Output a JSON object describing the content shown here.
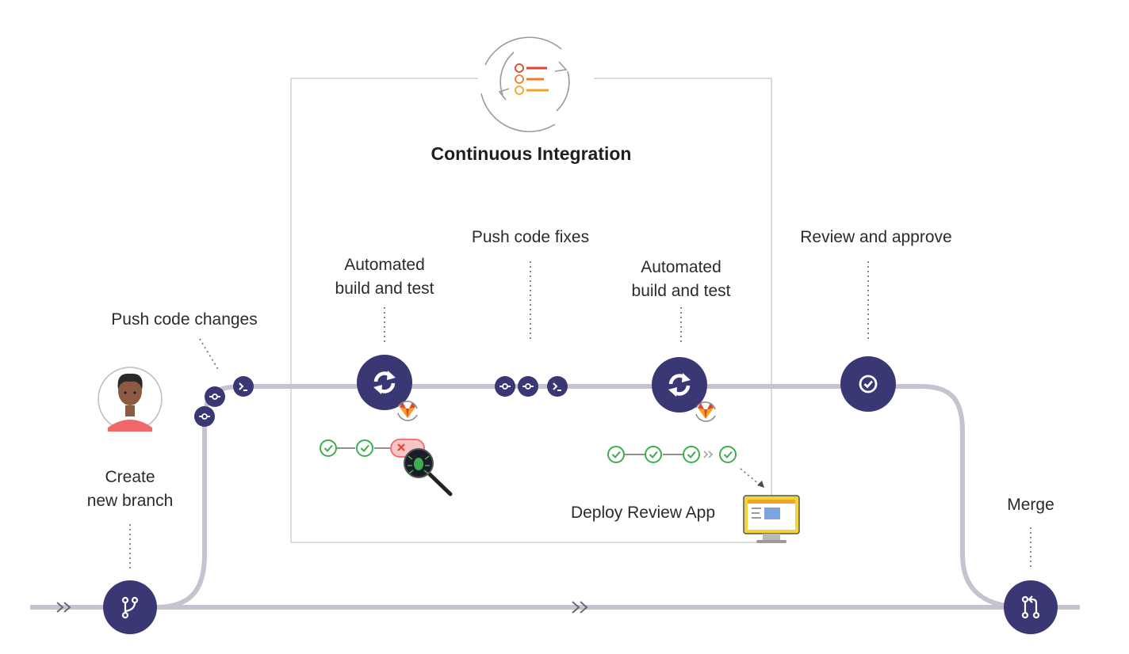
{
  "section_title": "Continuous Integration",
  "labels": {
    "create_branch": [
      "Create",
      "new branch"
    ],
    "push_changes": "Push code changes",
    "build_test_1": [
      "Automated",
      "build and test"
    ],
    "push_fixes": "Push code fixes",
    "build_test_2": [
      "Automated",
      "build and test"
    ],
    "review": "Review and approve",
    "deploy": "Deploy Review App",
    "merge": "Merge"
  },
  "icons": {
    "branch": "branch-icon",
    "commit": "commit-icon",
    "terminal": "terminal-icon",
    "pipeline": "sync-icon",
    "approve": "check-circle-icon",
    "merge": "merge-request-icon",
    "fox": "gitlab-fox-icon",
    "bug": "bug-magnifier-icon",
    "monitor": "monitor-icon",
    "avatar": "developer-avatar"
  },
  "pipeline_runs": {
    "first": [
      "success",
      "success",
      "failed"
    ],
    "second": [
      "success",
      "success",
      "success",
      "success"
    ]
  },
  "colors": {
    "node": "#3a3775",
    "track": "#c5c3cf",
    "success": "#3dae4f",
    "failed": "#f0676a",
    "fox": "#e2432a",
    "frame": "#cfcfcf"
  }
}
